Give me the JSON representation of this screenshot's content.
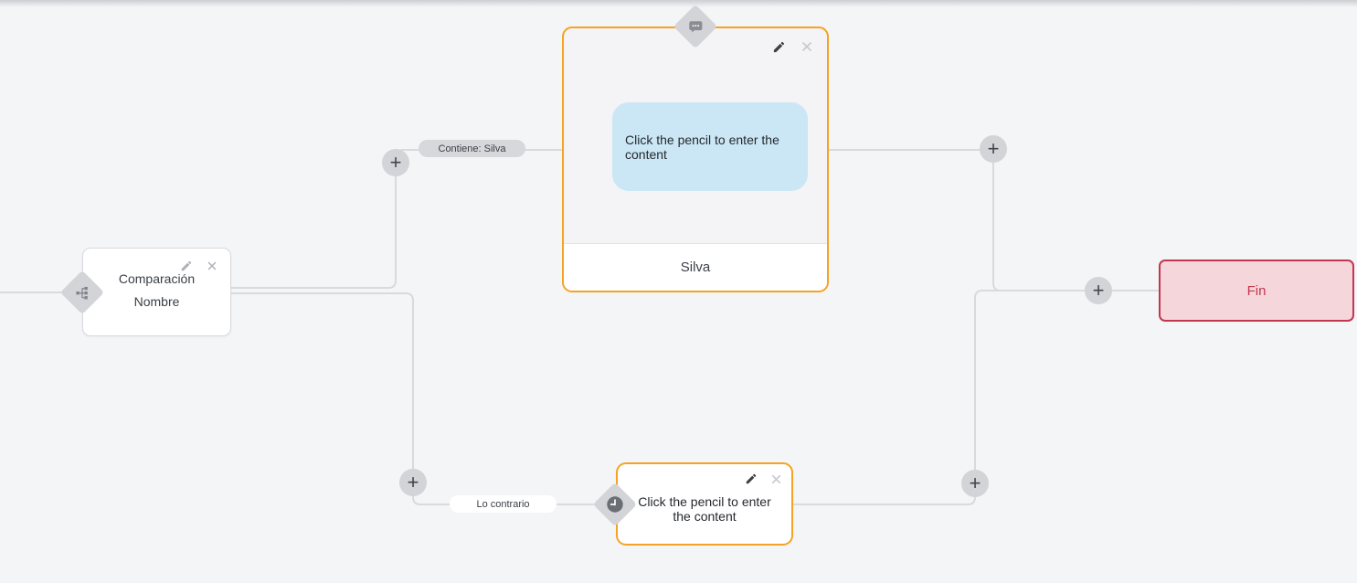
{
  "canvas": {
    "type": "flow-builder-canvas",
    "colors": {
      "background": "#f4f5f7",
      "edge_line": "#d8dade",
      "accent_orange": "#f6a223",
      "bubble_blue": "#cbe7f5",
      "end_bg": "#f5d6db",
      "end_accent": "#c23750",
      "handle_gray": "#d2d4d8",
      "text_dark": "#3b4046"
    }
  },
  "nodes": {
    "condition": {
      "title_line1": "Comparación",
      "title_line2": "Nombre"
    },
    "message": {
      "bubble_placeholder": "Click the pencil to enter the content",
      "footer_label": "Silva"
    },
    "delay": {
      "placeholder": "Click the pencil to enter the content"
    },
    "end": {
      "label": "Fin"
    }
  },
  "edge_labels": {
    "condition_true": "Contiene: Silva",
    "condition_false": "Lo contrario"
  },
  "controls": {
    "add_button": "+"
  },
  "icons": {
    "condition_handle": "branch-icon",
    "message_handle": "chat-bubble-icon",
    "delay_handle": "clock-icon",
    "edit": "pencil-icon",
    "delete": "close-icon",
    "add": "plus-icon"
  }
}
